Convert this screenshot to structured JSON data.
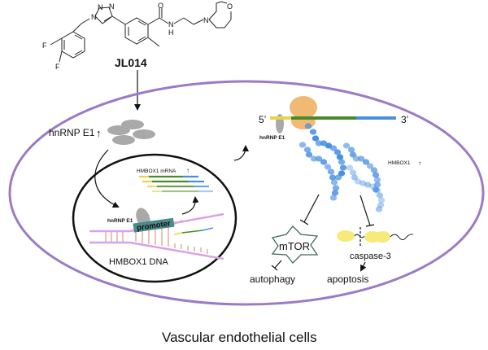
{
  "compound": {
    "name": "JL014",
    "atoms": {
      "n1": "N",
      "n2": "N",
      "n3": "N",
      "o_carbonyl": "O",
      "nh": "N",
      "h": "H",
      "n_morph": "N",
      "o_morph": "O",
      "f1": "F",
      "f2": "F"
    }
  },
  "cytoplasm": {
    "hnrnp_label": "hnRNP E1",
    "up_arrow": "↑",
    "ribosome_hnrnp_label": "hnRNP E1",
    "five_prime": "5’",
    "three_prime": "3’",
    "protein_label": "HMBOX1",
    "protein_up": "↑",
    "mtor_label": "mTOR",
    "autophagy_label": "autophagy",
    "caspase_label": "caspase-3",
    "apoptosis_label": "apoptosis"
  },
  "nucleus": {
    "mrna_label": "HMBOX1 mRNA",
    "mrna_up": "↑",
    "hnrnp_label": "hnRNP E1",
    "promoter_label": "promoter",
    "dna_label": "HMBOX1 DNA"
  },
  "caption": "Vascular endothelial cells",
  "colors": {
    "cell_membrane": "#9b7bc6",
    "nucleus_membrane": "#111111",
    "hnrnp_protein": "#a9a9a9",
    "ribosome": "#f2b975",
    "utr5": "#e8d44a",
    "cds": "#4a8a2c",
    "utr3": "#4a90e2",
    "dna_strand": "#dba0e6",
    "dna_rungs": "#d9826a",
    "promoter": "#4a8a8a",
    "peptide": "#4a90e2",
    "mtor_outline": "#3f6b5a",
    "caspase": "#f5ea7a"
  }
}
